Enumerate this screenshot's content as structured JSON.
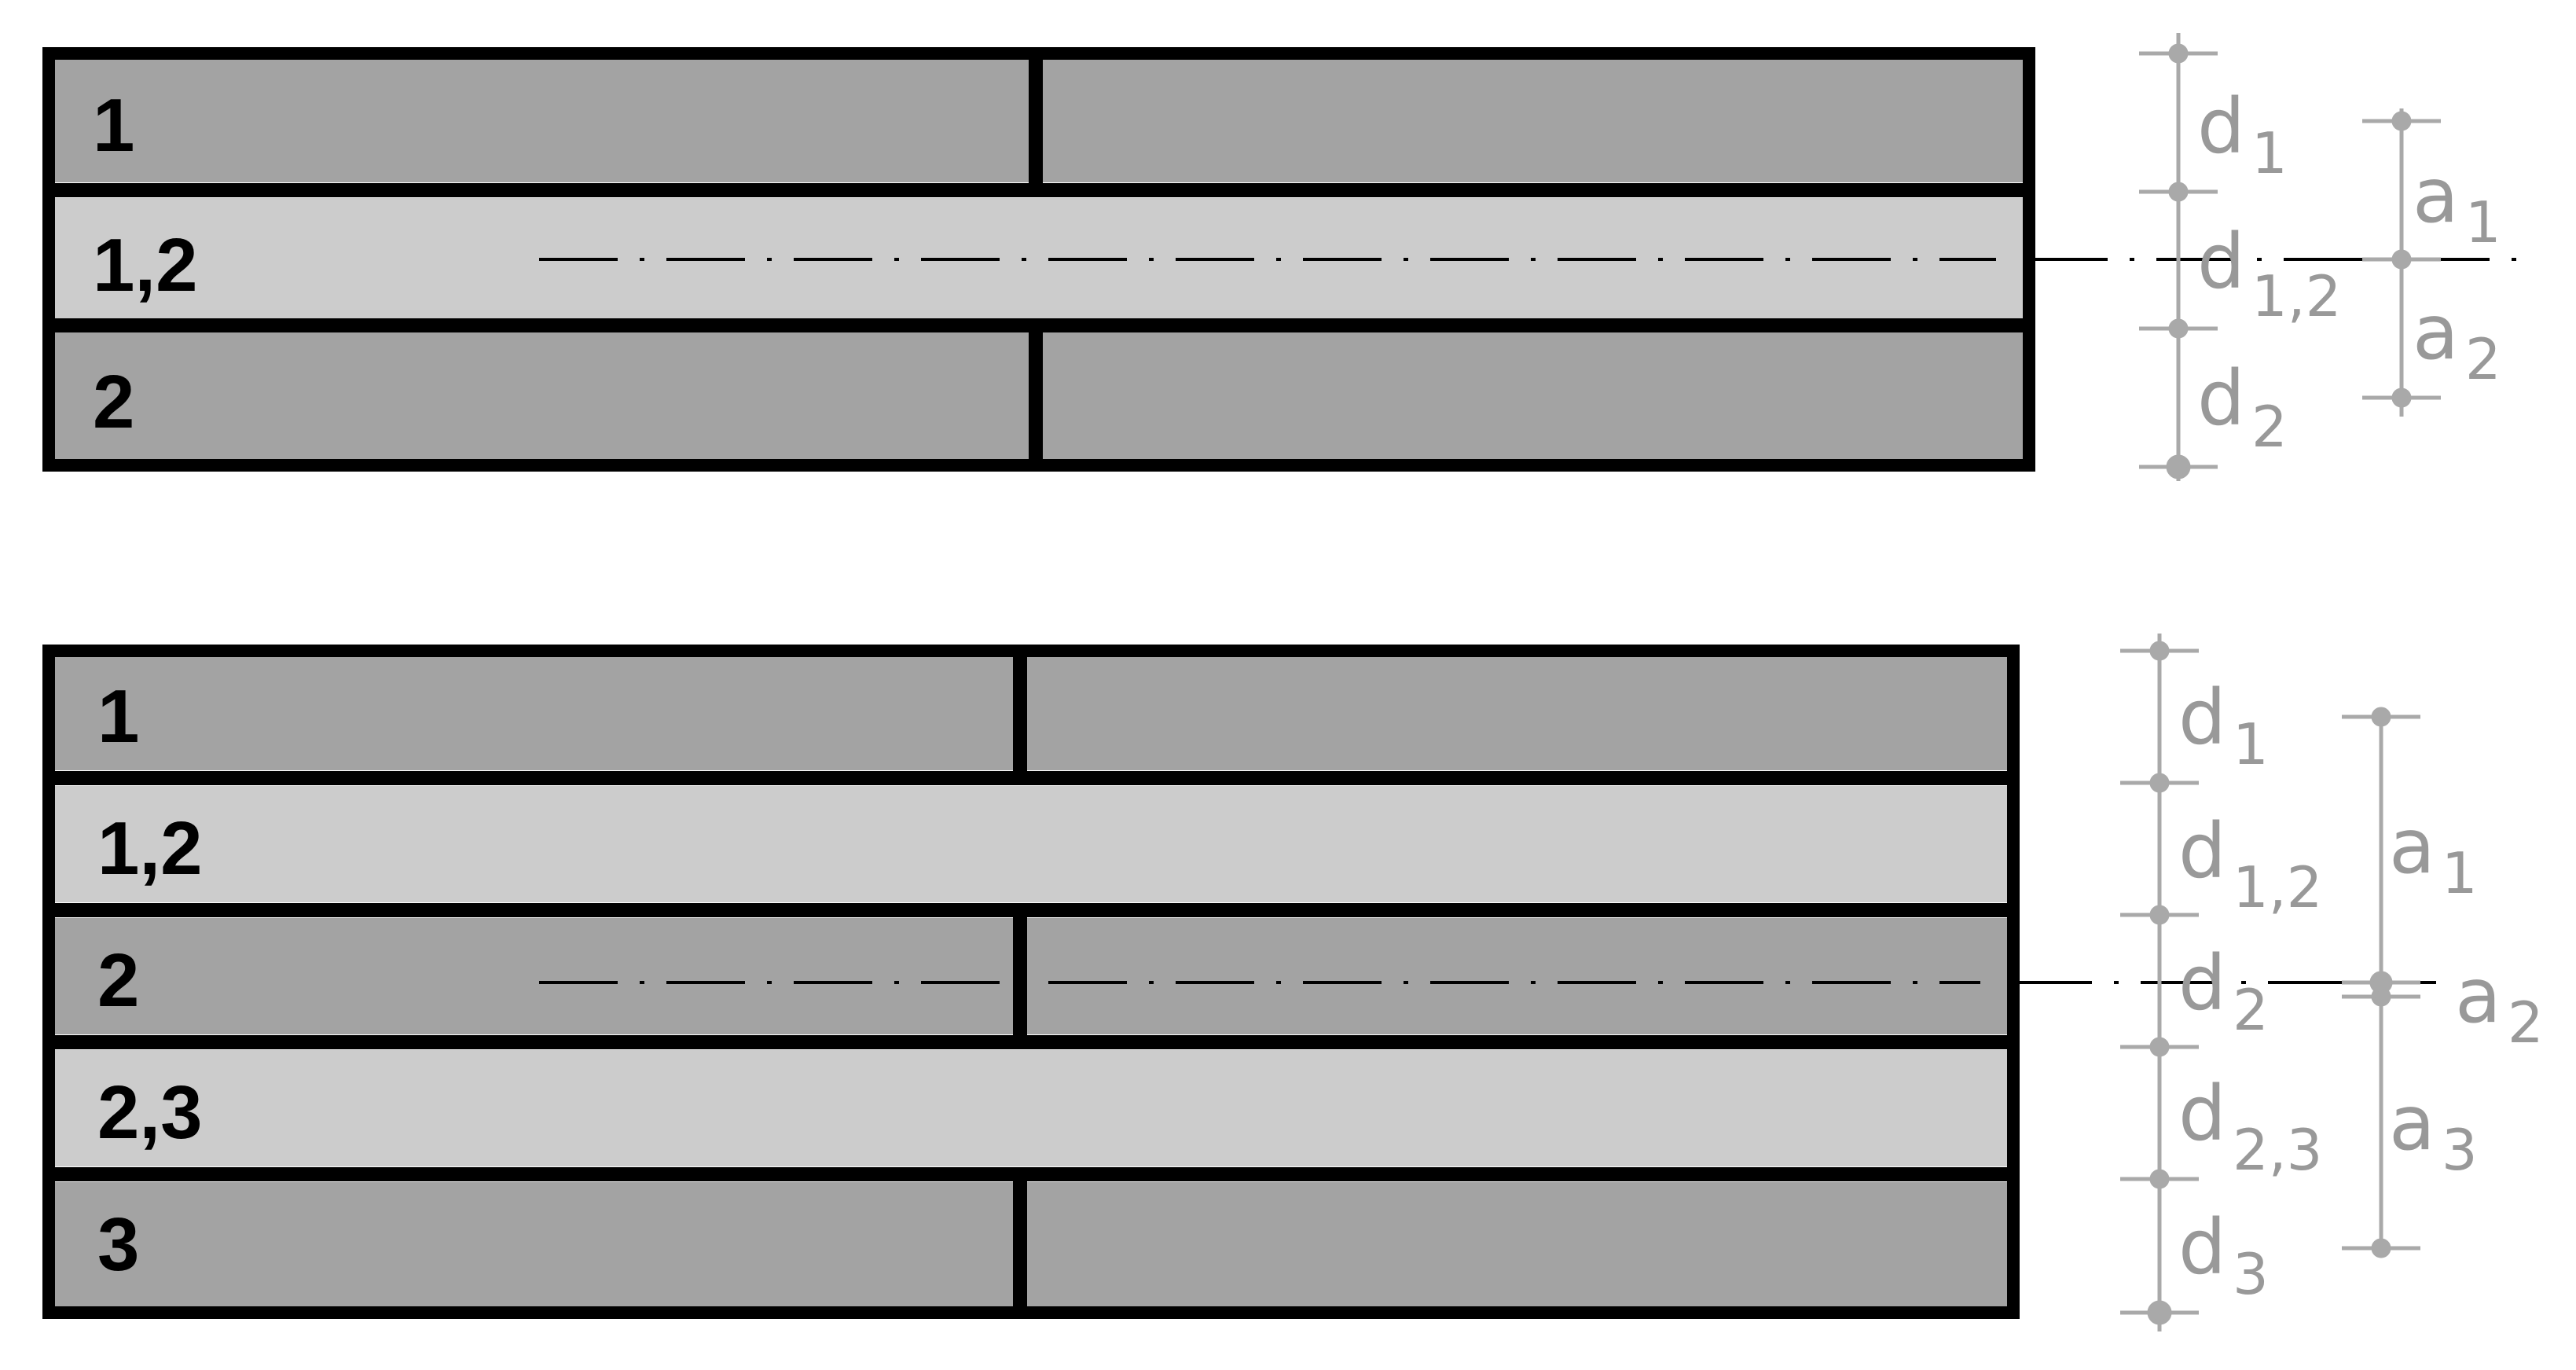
{
  "colors": {
    "frame": "#000000",
    "outer_layer": "#a3a3a3",
    "inner_layer": "#cccccc",
    "dimension": "#a9a9a9",
    "dimension_text": "#999999",
    "center_line": "#000000"
  },
  "icons": [
    "dimension-tick-icon",
    "center-axis-line-icon"
  ],
  "diagrams": [
    {
      "layers": [
        {
          "label": "1",
          "type": "outer"
        },
        {
          "label": "1,2",
          "type": "inner"
        },
        {
          "label": "2",
          "type": "outer"
        }
      ],
      "d_labels": [
        {
          "symbol": "d",
          "sub": "1"
        },
        {
          "symbol": "d",
          "sub": "1,2"
        },
        {
          "symbol": "d",
          "sub": "2"
        }
      ],
      "a_labels": [
        {
          "symbol": "a",
          "sub": "1"
        },
        {
          "symbol": "a",
          "sub": "2"
        }
      ]
    },
    {
      "layers": [
        {
          "label": "1",
          "type": "outer"
        },
        {
          "label": "1,2",
          "type": "inner"
        },
        {
          "label": "2",
          "type": "outer"
        },
        {
          "label": "2,3",
          "type": "inner"
        },
        {
          "label": "3",
          "type": "outer"
        }
      ],
      "d_labels": [
        {
          "symbol": "d",
          "sub": "1"
        },
        {
          "symbol": "d",
          "sub": "1,2"
        },
        {
          "symbol": "d",
          "sub": "2"
        },
        {
          "symbol": "d",
          "sub": "2,3"
        },
        {
          "symbol": "d",
          "sub": "3"
        }
      ],
      "a_labels": [
        {
          "symbol": "a",
          "sub": "1"
        },
        {
          "symbol": "a",
          "sub": "2"
        },
        {
          "symbol": "a",
          "sub": "3"
        }
      ]
    }
  ]
}
